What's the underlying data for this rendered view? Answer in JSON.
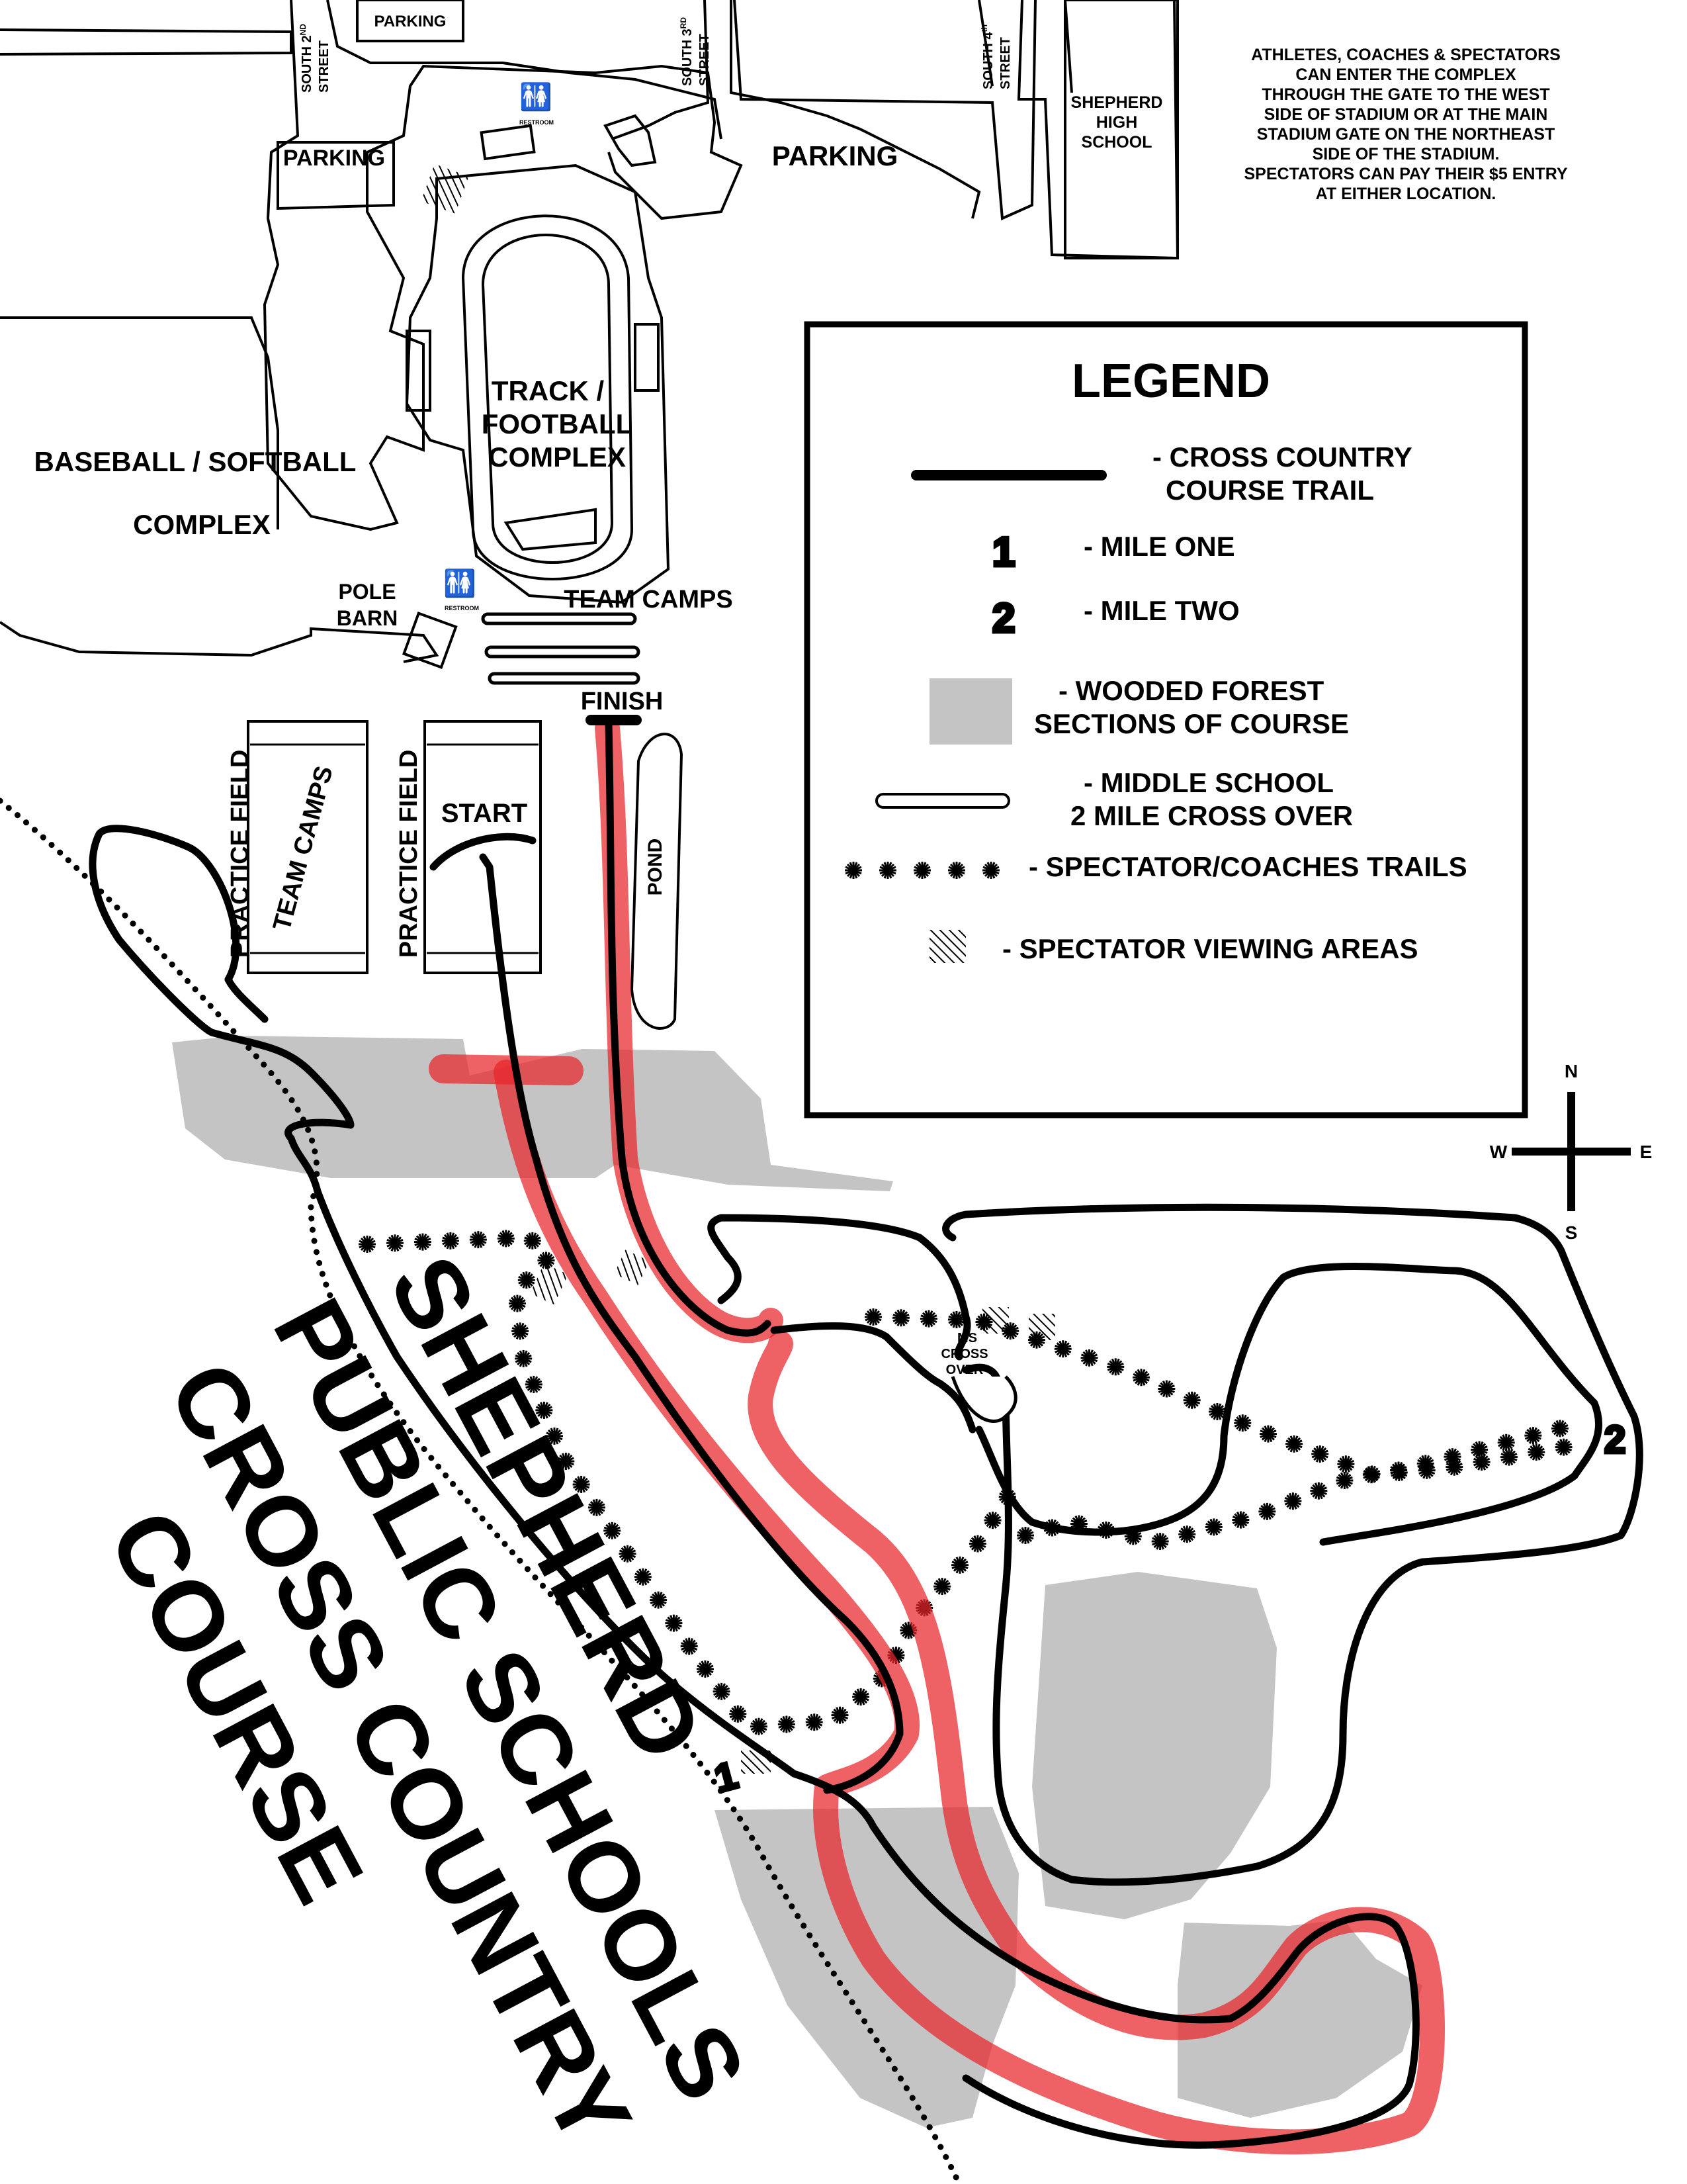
{
  "streets": {
    "s2": [
      "SOUTH 2",
      "ND",
      "STREET"
    ],
    "s3": [
      "SOUTH 3",
      "RD",
      "STREET"
    ],
    "s4": [
      "SOUTH 4",
      "th",
      "STREET"
    ]
  },
  "labels": {
    "parking_top": "PARKING",
    "parking_left": "PARKING",
    "parking_main": "PARKING",
    "high_school": [
      "SHEPHERD",
      "HIGH",
      "SCHOOL"
    ],
    "track": [
      "TRACK /",
      "FOOTBALL",
      "COMPLEX"
    ],
    "baseball": [
      "BASEBALL / SOFTBALL",
      "COMPLEX"
    ],
    "pole_barn": [
      "POLE",
      "BARN"
    ],
    "team_camps_top": "TEAM CAMPS",
    "finish": "FINISH",
    "start": "START",
    "practice_field_1": "PRACTICE FIELD",
    "practice_field_2": "PRACTICE FIELD",
    "team_camps_field": "TEAM CAMPS",
    "pond": "POND",
    "ms_crossover": [
      "MS",
      "CROSS",
      "OVER"
    ],
    "restroom": "RESTROOM",
    "mile_one": "1",
    "mile_two": "2"
  },
  "notice": [
    "ATHLETES, COACHES & SPECTATORS",
    "CAN ENTER THE COMPLEX",
    "THROUGH THE GATE TO THE WEST",
    "SIDE OF STADIUM OR AT THE MAIN",
    "STADIUM GATE ON THE NORTHEAST",
    "SIDE OF THE STADIUM.",
    "SPECTATORS CAN PAY THEIR $5 ENTRY",
    "AT EITHER LOCATION."
  ],
  "legend": {
    "title": "LEGEND",
    "items": [
      {
        "icon": "thick-black-line",
        "lines": [
          "- CROSS COUNTRY",
          "COURSE TRAIL"
        ]
      },
      {
        "icon": "mile-1-marker",
        "marker": "1",
        "lines": [
          "- MILE ONE"
        ]
      },
      {
        "icon": "mile-2-marker",
        "marker": "2",
        "lines": [
          "- MILE TWO"
        ]
      },
      {
        "icon": "gray-box",
        "lines": [
          "- WOODED FOREST",
          "SECTIONS OF COURSE"
        ]
      },
      {
        "icon": "outlined-bar",
        "lines": [
          "- MIDDLE SCHOOL",
          "2 MILE CROSS OVER"
        ]
      },
      {
        "icon": "starburst-dots",
        "lines": [
          "- SPECTATOR/COACHES TRAILS"
        ]
      },
      {
        "icon": "hatch-square",
        "lines": [
          "- SPECTATOR VIEWING AREAS"
        ]
      }
    ]
  },
  "compass": {
    "n": "N",
    "s": "S",
    "e": "E",
    "w": "W"
  },
  "title": [
    "SHEPHERD",
    "PUBLIC SCHOOLS",
    "CROSS COUNTRY",
    "COURSE"
  ],
  "colors": {
    "course": "#000000",
    "highlight": "#e8242a",
    "forest": "#c4c4c4",
    "background": "#ffffff"
  }
}
